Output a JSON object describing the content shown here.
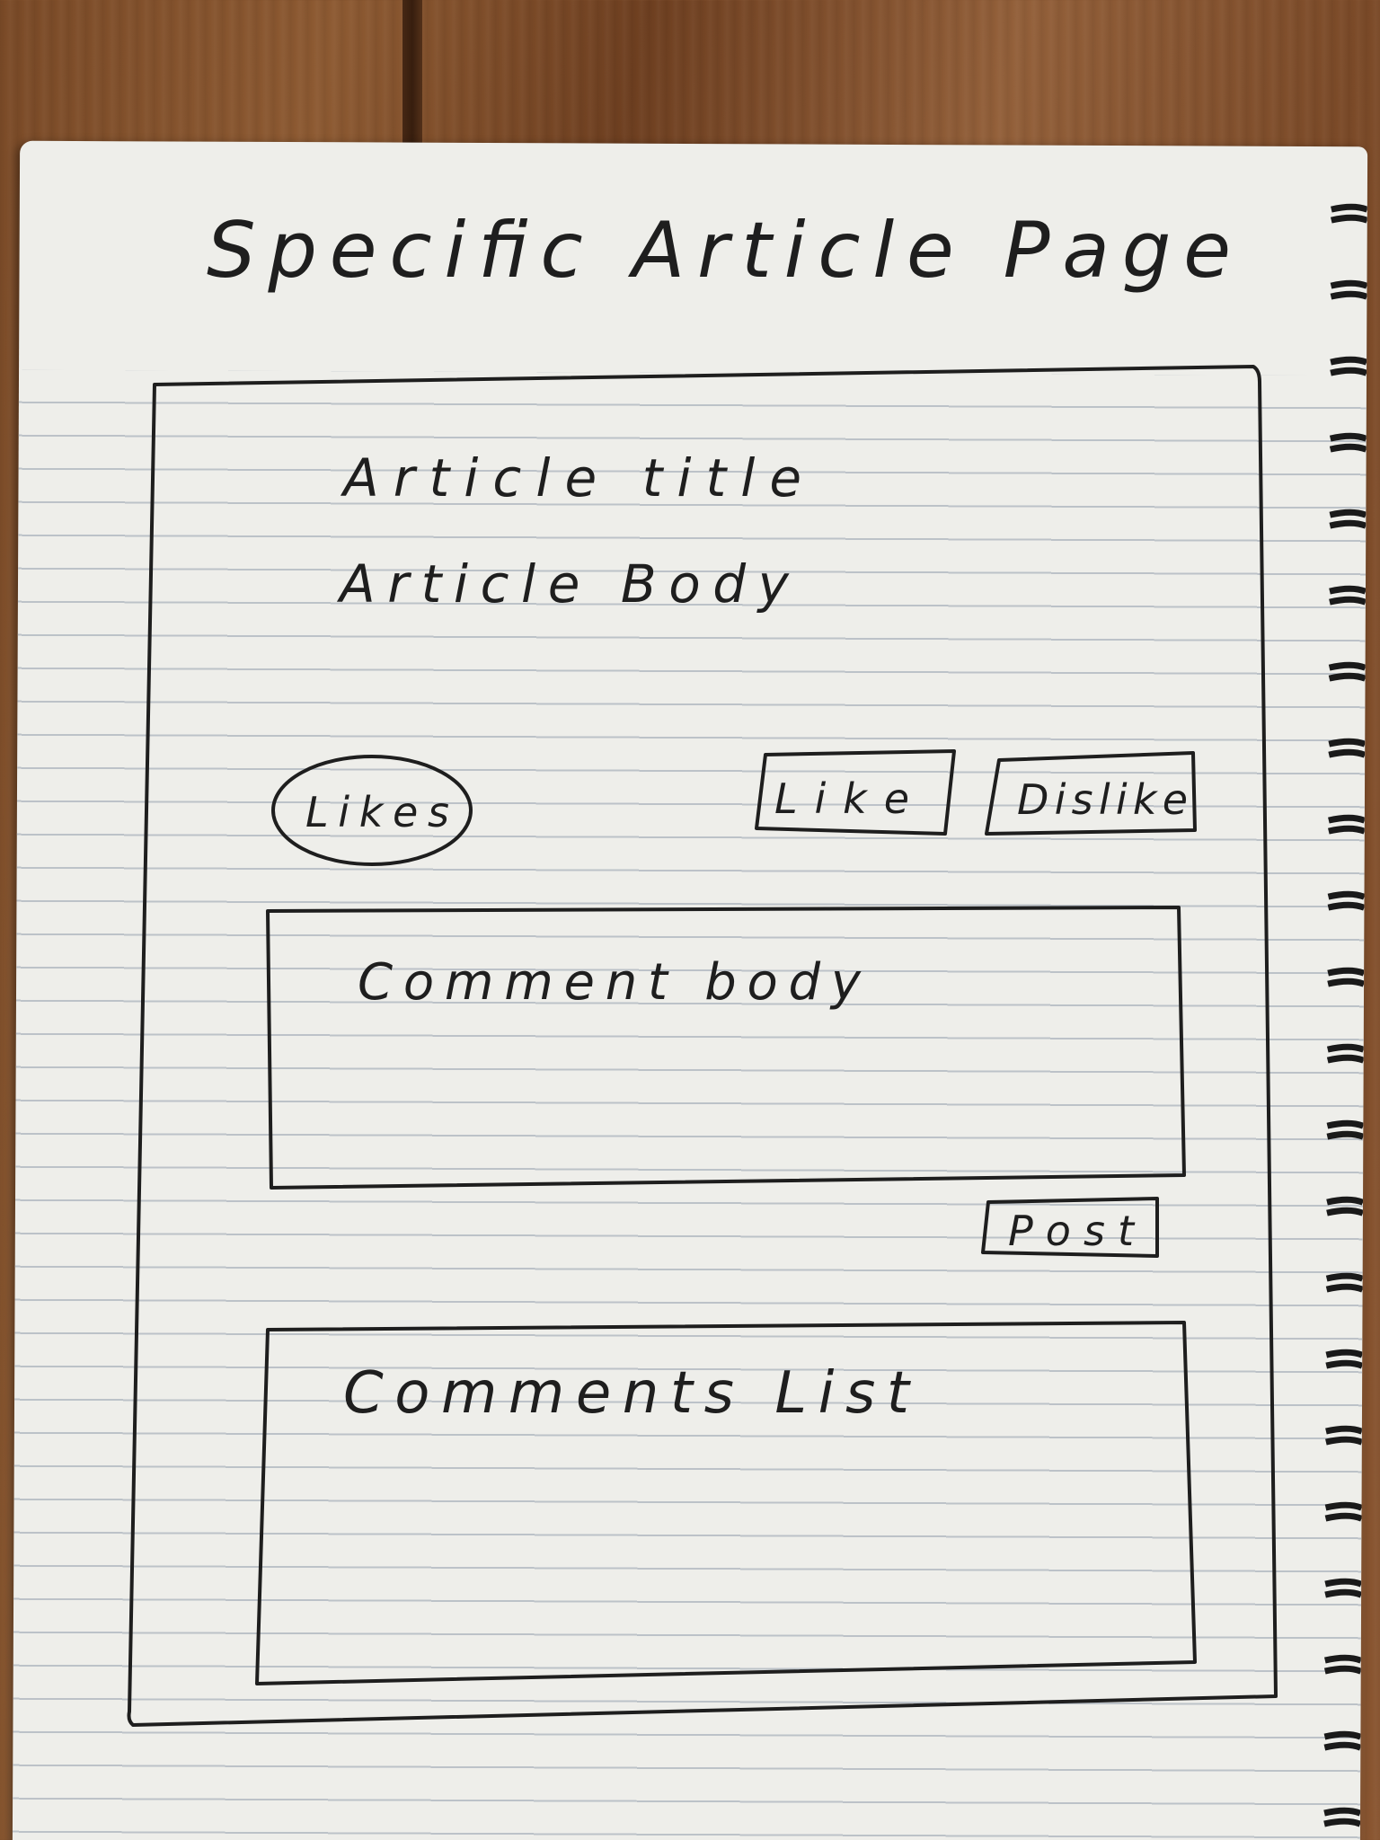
{
  "page_heading": "Specific Article Page",
  "article": {
    "title": "Article title",
    "body": "Article Body"
  },
  "reactions": {
    "likes_label": "Likes",
    "like_label": "Like",
    "dislike_label": "Dislike"
  },
  "comment_form": {
    "body_label": "Comment body",
    "post_label": "Post"
  },
  "comments": {
    "list_label": "Comments List"
  }
}
